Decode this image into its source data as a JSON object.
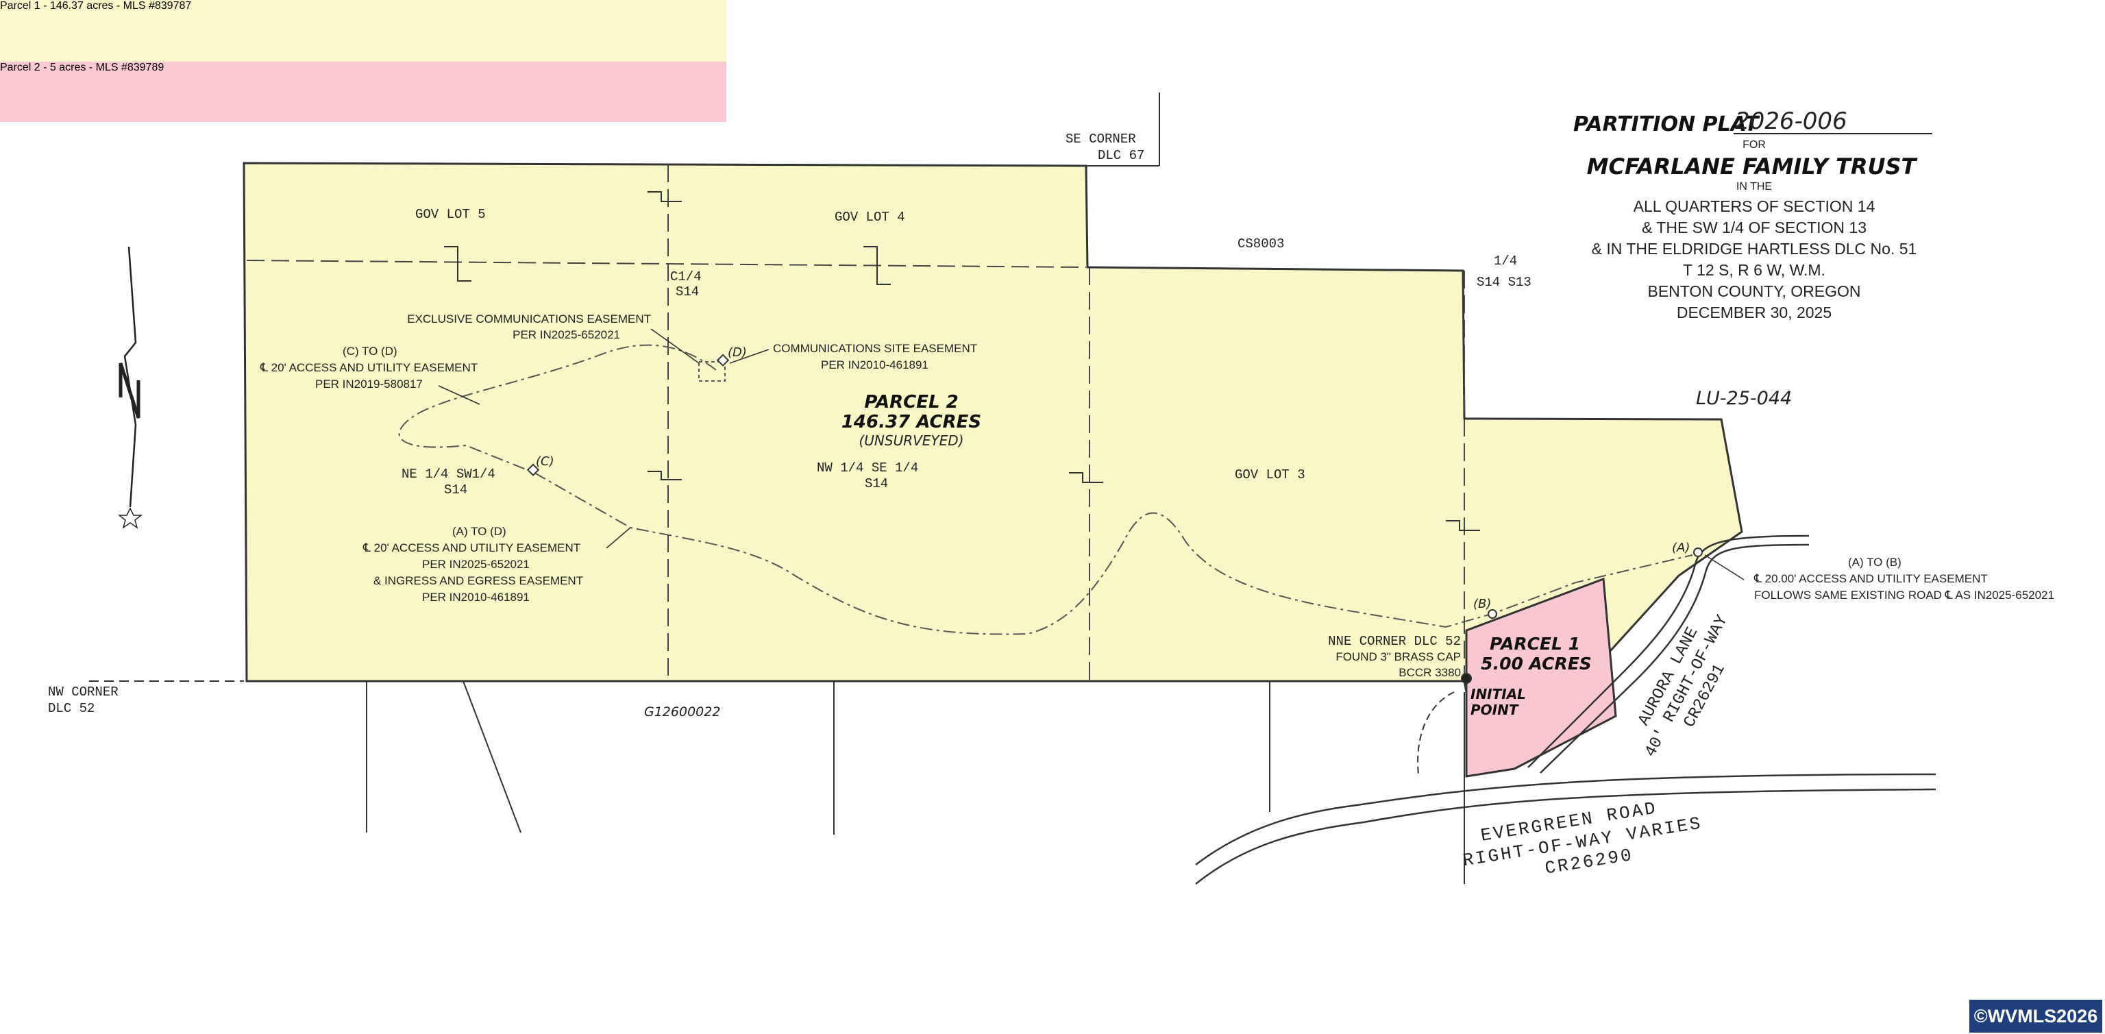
{
  "title_block": {
    "line1_label": "PARTITION PLAT",
    "plat_number": "2026-006",
    "for": "FOR",
    "owner": "MCFARLANE FAMILY TRUST",
    "in_the": "IN THE",
    "line_a": "ALL QUARTERS OF SECTION 14",
    "line_b": "& THE SW 1/4 OF SECTION 13",
    "line_c": "& IN THE ELDRIDGE HARTLESS DLC No. 51",
    "line_d": "T 12 S, R 6 W, W.M.",
    "line_e": "BENTON COUNTY, OREGON",
    "line_f": "DECEMBER 30, 2025"
  },
  "land_use_case": "LU-25-044",
  "parcels": {
    "parcel2": {
      "name": "PARCEL 2",
      "acres": "146.37 ACRES",
      "note": "(UNSURVEYED)",
      "color": "#f9f6c8"
    },
    "parcel1": {
      "name": "PARCEL 1",
      "acres": "5.00 ACRES",
      "color": "#f9c7d0"
    }
  },
  "lot_labels": {
    "gov_lot_5": "GOV LOT 5",
    "gov_lot_4": "GOV LOT 4",
    "gov_lot_3": "GOV LOT 3",
    "ne_sw_1": "NE 1/4 SW1/4",
    "ne_sw_2": "S14",
    "nw_se_1": "NW 1/4 SE 1/4",
    "nw_se_2": "S14",
    "c14_1": "C1/4",
    "c14_2": "S14",
    "q14_1": "1/4",
    "q14_2": "S14 S13"
  },
  "corners": {
    "se_corner_1": "SE CORNER",
    "se_corner_2": "DLC 67",
    "nw_corner_1": "NW CORNER",
    "nw_corner_2": "DLC 52",
    "nne_1": "NNE CORNER DLC 52",
    "nne_2": "FOUND 3\" BRASS CAP",
    "nne_3": "BCCR 3380",
    "initial_1": "INITIAL",
    "initial_2": "POINT"
  },
  "survey_refs": {
    "cs": "CS8003",
    "g": "G12600022"
  },
  "easements": {
    "exclusive_1": "EXCLUSIVE COMMUNICATIONS EASEMENT",
    "exclusive_2": "PER IN2025-652021",
    "commsite_1": "COMMUNICATIONS SITE EASEMENT",
    "commsite_2": "PER IN2010-461891",
    "c_to_d_1": "(C) TO (D)",
    "c_to_d_2": "℄ 20' ACCESS AND UTILITY EASEMENT",
    "c_to_d_3": "PER IN2019-580817",
    "a_to_d_1": "(A) TO (D)",
    "a_to_d_2": "℄ 20' ACCESS AND UTILITY EASEMENT",
    "a_to_d_3": "PER IN2025-652021",
    "a_to_d_4": "& INGRESS AND EGRESS EASEMENT",
    "a_to_d_5": "PER IN2010-461891",
    "a_to_b_1": "(A) TO (B)",
    "a_to_b_2": "℄ 20.00' ACCESS AND UTILITY EASEMENT",
    "a_to_b_3": "FOLLOWS SAME EXISTING ROAD ℄ AS IN2025-652021"
  },
  "points": {
    "a": "(A)",
    "b": "(B)",
    "c": "(C)",
    "d": "(D)"
  },
  "roads": {
    "aurora_1": "AURORA LANE",
    "aurora_2": "40' RIGHT-OF-WAY",
    "aurora_3": "CR26291",
    "evergreen_1": "EVERGREEN ROAD",
    "evergreen_2": "RIGHT-OF-WAY VARIES",
    "evergreen_3": "CR26290"
  },
  "legend": {
    "item1": "Parcel 1 - 146.37 acres - MLS #839787",
    "item2": "Parcel 2 - 5 acres - MLS #839789"
  },
  "copyright": "©WVMLS2026",
  "north_arrow": {
    "icon": "north-arrow-icon",
    "letter": "N"
  }
}
